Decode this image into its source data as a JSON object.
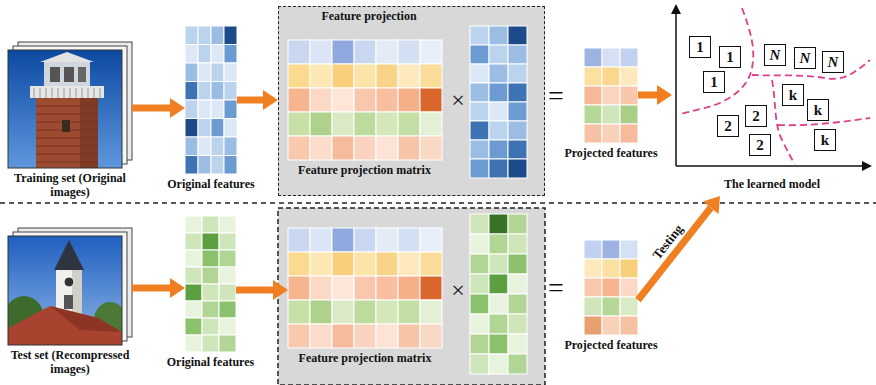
{
  "diagram": {
    "nodes": [
      {
        "text": [
          "Training set (Original images)"
        ]
      },
      {
        "text": [
          "Original features"
        ]
      },
      {
        "text": [
          "Feature projection"
        ]
      },
      {
        "text": [
          "Feature projection matrix"
        ],
        "in": 2
      },
      {
        "text": [
          "Projected features"
        ]
      },
      {
        "text": [
          "The learned model"
        ]
      },
      {
        "text": [
          "1"
        ],
        "in": 5
      },
      {
        "text": [
          "N"
        ],
        "in": 5
      },
      {
        "text": [
          "1"
        ],
        "in": 5
      },
      {
        "text": [
          "N"
        ],
        "in": 5
      },
      {
        "text": [
          "N"
        ],
        "in": 5
      },
      {
        "text": [
          "1"
        ],
        "in": 5
      },
      {
        "text": [
          "k"
        ],
        "in": 5
      },
      {
        "text": [
          "k"
        ],
        "in": 5
      },
      {
        "text": [
          "2"
        ],
        "in": 5
      },
      {
        "text": [
          "2"
        ],
        "in": 5
      },
      {
        "text": [
          "k"
        ],
        "in": 5
      },
      {
        "text": [
          "2"
        ],
        "in": 5
      },
      {
        "text": [
          "Test set (Recompressed images)"
        ]
      },
      {
        "text": [
          "Original features"
        ]
      },
      {
        "text": [
          "Feature projection matrix"
        ]
      },
      {
        "text": [
          "Projected features"
        ]
      }
    ],
    "edges": [
      {
        "from": 0,
        "to": 1,
        "arrow": "to"
      },
      {
        "from": 1,
        "to": 2,
        "arrow": "to"
      },
      {
        "from": 4,
        "to": 5,
        "arrow": "to"
      },
      {
        "from": 18,
        "to": 19,
        "arrow": "to"
      },
      {
        "from": 19,
        "to": 20,
        "arrow": "to"
      },
      {
        "from": 21,
        "to": 5,
        "label": "Testing",
        "arrow": "to"
      }
    ],
    "labels": [
      "×",
      "=",
      "×",
      "="
    ]
  }
}
